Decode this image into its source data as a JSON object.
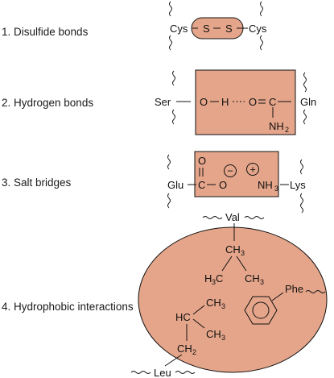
{
  "colors": {
    "fill": "#e5a58a",
    "stroke": "#111111"
  },
  "items": [
    {
      "label": "1. Disulfide bonds"
    },
    {
      "label": "2. Hydrogen bonds"
    },
    {
      "label": "3. Salt bridges"
    },
    {
      "label": "4. Hydrophobic interactions"
    }
  ],
  "disulfide": {
    "left": "Cys",
    "right": "Cys",
    "s": "S"
  },
  "hbond": {
    "left": "Ser",
    "o1": "O",
    "h": "H",
    "o2": "O",
    "c": "C",
    "n": "NH",
    "n_sub": "2",
    "right": "Gln"
  },
  "salt": {
    "left": "Glu",
    "c": "C",
    "o_top": "O",
    "o": "O",
    "minus": "−",
    "plus": "+",
    "nh": "NH",
    "nh_sub": "3",
    "right": "Lys"
  },
  "hydrophobic": {
    "val": "Val",
    "ch3": "CH",
    "ch3_sub": "3",
    "h3c": "H",
    "h3c_sub": "3",
    "h3c_c": "C",
    "phe": "Phe",
    "hc": "HC",
    "ch2": "CH",
    "ch2_sub": "2",
    "leu": "Leu"
  }
}
